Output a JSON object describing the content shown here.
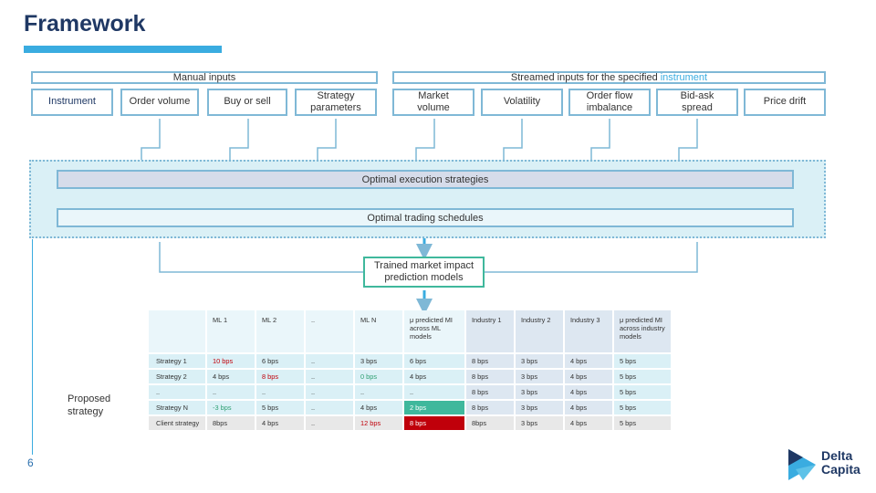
{
  "title": "Framework",
  "banners": {
    "manual_inputs": "Manual inputs",
    "streamed_inputs_prefix": "Streamed inputs for the specified ",
    "streamed_inputs_highlight": "instrument"
  },
  "inputs": {
    "instrument": "Instrument",
    "order_volume": "Order volume",
    "buy_or_sell": "Buy or sell",
    "strategy_parameters": "Strategy parameters",
    "market_volume": "Market volume",
    "volatility": "Volatility",
    "order_flow_imbalance": "Order flow imbalance",
    "bid_ask_spread": "Bid-ask spread",
    "price_drift": "Price drift"
  },
  "stages": {
    "optimal_execution_strategies": "Optimal execution strategies",
    "optimal_trading_schedules": "Optimal trading schedules",
    "trained_models": "Trained market impact prediction models"
  },
  "table": {
    "headers": [
      "ML 1",
      "ML 2",
      "..",
      "ML N",
      "μ predicted MI across ML models",
      "Industry 1",
      "Industry 2",
      "Industry 3",
      "μ predicted MI across industry models"
    ],
    "rows": [
      {
        "label": "Strategy 1",
        "cells": [
          "10 bps",
          "6 bps",
          "..",
          "3 bps",
          "6 bps",
          "8 bps",
          "3 bps",
          "4 bps",
          "5 bps"
        ]
      },
      {
        "label": "Strategy 2",
        "cells": [
          "4 bps",
          "8 bps",
          "..",
          "0 bps",
          "4 bps",
          "8 bps",
          "3 bps",
          "4 bps",
          "5 bps"
        ]
      },
      {
        "label": "..",
        "cells": [
          "..",
          "..",
          "..",
          "..",
          "..",
          "8 bps",
          "3 bps",
          "4 bps",
          "5 bps"
        ]
      },
      {
        "label": "Strategy N",
        "cells": [
          "-3 bps",
          "5 bps",
          "..",
          "4 bps",
          "2 bps",
          "8 bps",
          "3 bps",
          "4 bps",
          "5 bps"
        ]
      },
      {
        "label": "Client strategy",
        "cells": [
          "8bps",
          "4 bps",
          "..",
          "12 bps",
          "8 bps",
          "8bps",
          "3 bps",
          "4 bps",
          "5 bps"
        ]
      }
    ]
  },
  "proposed_strategy_label": "Proposed strategy",
  "page_number": "6",
  "logo": {
    "line1": "Delta",
    "line2": "Capita"
  },
  "colors": {
    "title": "#1f3864",
    "accent_blue": "#3aace0",
    "border_blue": "#7fb8d6",
    "best_green": "#3fb89c",
    "worst_red": "#c0000a"
  }
}
